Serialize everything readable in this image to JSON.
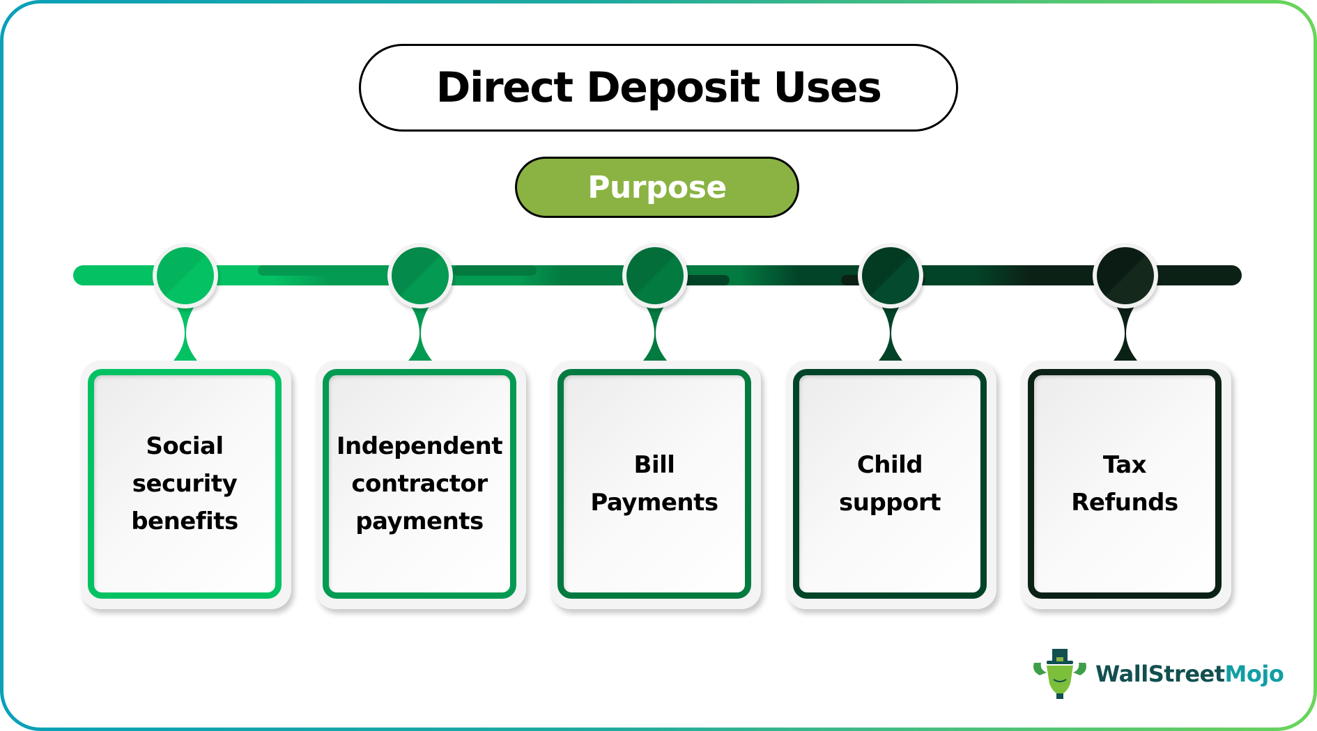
{
  "title": "Direct Deposit Uses",
  "subtitle": "Purpose",
  "colors": {
    "title_border": "#000000",
    "purpose_fill": "#8ab343",
    "purpose_text": "#ffffff",
    "frame_gradient_start": "#0aa0b8",
    "frame_gradient_end": "#6ad55a",
    "stage_colors": [
      "#04c264",
      "#049a52",
      "#037a40",
      "#024428",
      "#0c2116"
    ]
  },
  "items": [
    {
      "label": "Social\nsecurity\nbenefits",
      "color": "#04c264"
    },
    {
      "label": "Independent\ncontractor\npayments",
      "color": "#049a52"
    },
    {
      "label": "Bill\nPayments",
      "color": "#037a40"
    },
    {
      "label": "Child\nsupport",
      "color": "#024428"
    },
    {
      "label": "Tax\nRefunds",
      "color": "#0c2116"
    }
  ],
  "logo": {
    "part1": "WallStreet",
    "part2": "Mojo",
    "icon": "bull-with-top-hat-icon"
  }
}
